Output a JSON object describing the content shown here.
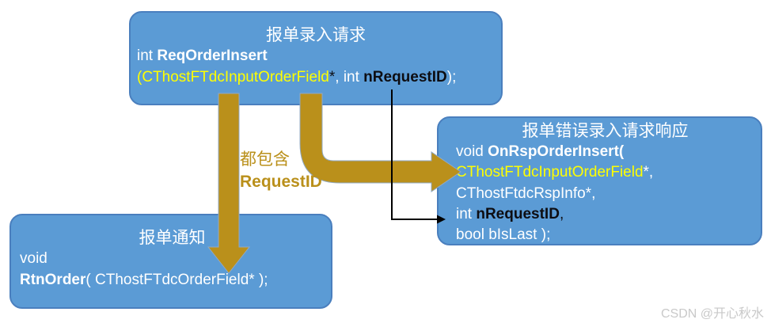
{
  "colors": {
    "box_fill": "#5b9bd5",
    "box_border": "#4a7fbe",
    "gold": "#ba901b",
    "yellow": "#ffff00",
    "code_dark": "#0d0d12",
    "watermark_gray": "#c9c9c9"
  },
  "boxes": {
    "request": {
      "title": "报单录入请求",
      "sig_keyword": "int ",
      "sig_function": "ReqOrderInsert",
      "arg_type": "(CThostFTdcInputOrderField",
      "arg_star": "*",
      "arg_mid": ", int ",
      "arg_param": "nRequestID",
      "arg_close": ");"
    },
    "response": {
      "title": "报单错误录入请求响应",
      "sig_keyword": "void ",
      "sig_function": "OnRspOrderInsert(",
      "arg1_type": "CThostFTdcInputOrderField",
      "arg1_tail": "*,",
      "arg2": "CThostFtdcRspInfo*,",
      "arg3_keyword": "int ",
      "arg3_param": "nRequestID",
      "arg3_tail": ",",
      "arg4": "bool bIsLast );"
    },
    "notify": {
      "title": "报单通知",
      "sig_keyword": "void",
      "sig_function": "RtnOrder",
      "sig_args": "( CThostFTdcOrderField* );"
    }
  },
  "annotation": {
    "line1": "都包含",
    "line2": "RequestID"
  },
  "watermark": "CSDN @开心秋水"
}
